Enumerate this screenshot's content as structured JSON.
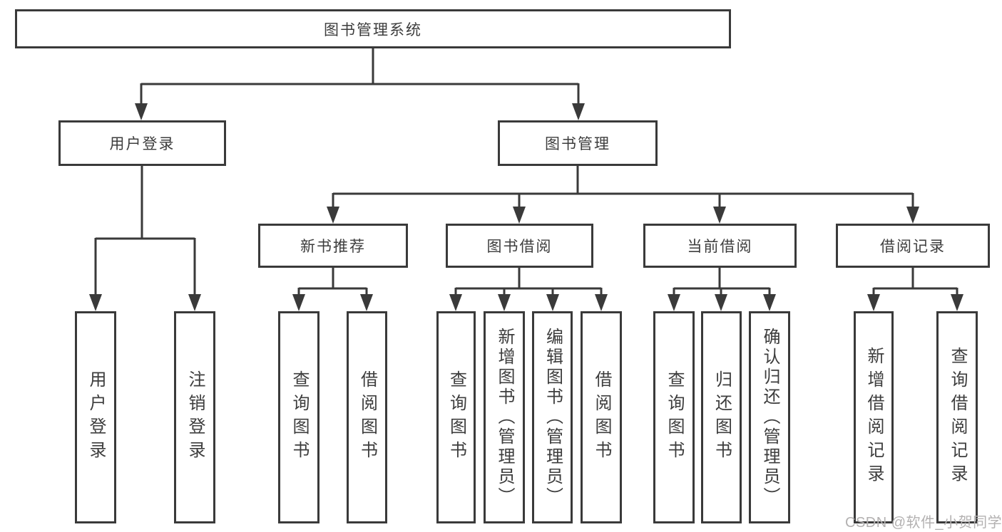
{
  "title": "图书管理系统",
  "nodes": {
    "root": {
      "label": "图书管理系统"
    },
    "level2": [
      {
        "id": "user-login",
        "label": "用户登录",
        "parent": "图书管理系统"
      },
      {
        "id": "book-management",
        "label": "图书管理",
        "parent": "图书管理系统"
      }
    ],
    "level3": [
      {
        "id": "new-book-recommend",
        "label": "新书推荐",
        "parent": "图书管理"
      },
      {
        "id": "book-borrowing",
        "label": "图书借阅",
        "parent": "图书管理"
      },
      {
        "id": "current-borrowing",
        "label": "当前借阅",
        "parent": "图书管理"
      },
      {
        "id": "borrowing-records",
        "label": "借阅记录",
        "parent": "图书管理"
      }
    ]
  },
  "leaves": [
    {
      "label": "用户登录",
      "parent": "用户登录"
    },
    {
      "label": "注销登录",
      "parent": "用户登录"
    },
    {
      "label": "查询图书",
      "parent": "新书推荐"
    },
    {
      "label": "借阅图书",
      "parent": "新书推荐"
    },
    {
      "label": "查询图书",
      "parent": "图书借阅"
    },
    {
      "label": "新增图书（管理员）",
      "parent": "图书借阅"
    },
    {
      "label": "编辑图书（管理员）",
      "parent": "图书借阅"
    },
    {
      "label": "借阅图书",
      "parent": "图书借阅"
    },
    {
      "label": "查询图书",
      "parent": "当前借阅"
    },
    {
      "label": "归还图书",
      "parent": "当前借阅"
    },
    {
      "label": "确认归还（管理员）",
      "parent": "当前借阅"
    },
    {
      "label": "新增借阅记录",
      "parent": "借阅记录"
    },
    {
      "label": "查询借阅记录",
      "parent": "借阅记录"
    }
  ],
  "watermark": {
    "text": "CSDN @软件_小贺同学"
  },
  "colors": {
    "line": "#3a3a3a",
    "text": "#3d3d3d",
    "background": "#ffffff",
    "watermark": "#b3b1b1"
  }
}
